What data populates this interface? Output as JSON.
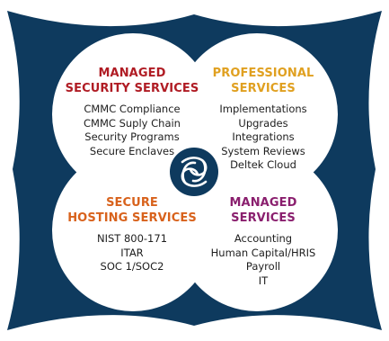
{
  "colors": {
    "frame": "#0e3a5e",
    "petal": "#ffffff",
    "hub": "#0e3a5e",
    "managed_security": "#b01c24",
    "professional": "#e0a020",
    "secure_hosting": "#d8621c",
    "managed_services": "#8a1f6e"
  },
  "hub": {
    "icon": "interlocking-knot-icon"
  },
  "quadrants": {
    "top_left": {
      "title_lines": [
        "MANAGED",
        "SECURITY SERVICES"
      ],
      "items": [
        "CMMC Compliance",
        "CMMC Suply Chain",
        "Security Programs",
        "Secure Enclaves"
      ]
    },
    "top_right": {
      "title_lines": [
        "PROFESSIONAL",
        "SERVICES"
      ],
      "items": [
        "Implementations",
        "Upgrades",
        "Integrations",
        "System Reviews",
        "Deltek Cloud"
      ]
    },
    "bottom_left": {
      "title_lines": [
        "SECURE",
        "HOSTING SERVICES"
      ],
      "items": [
        "NIST 800-171",
        "ITAR",
        "SOC 1/SOC2"
      ]
    },
    "bottom_right": {
      "title_lines": [
        "MANAGED",
        "SERVICES"
      ],
      "items": [
        "Accounting",
        "Human Capital/HRIS",
        "Payroll",
        "IT"
      ]
    }
  }
}
